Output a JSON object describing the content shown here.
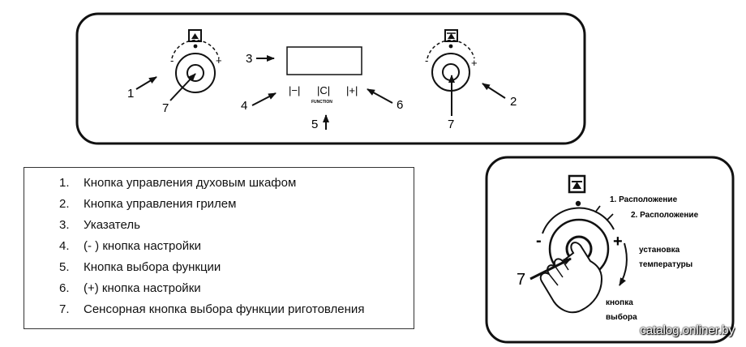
{
  "panel": {
    "minus_label": "-",
    "plus_label": "+",
    "display_buttons": [
      "|−|",
      "|C|",
      "|+|"
    ],
    "function_caption": "FUNCTION",
    "callouts": {
      "n1": "1",
      "n2": "2",
      "n3": "3",
      "n4": "4",
      "n5": "5",
      "n6": "6",
      "n7a": "7",
      "n7b": "7"
    }
  },
  "legend": {
    "items": [
      {
        "num": "1.",
        "text": "Кнопка управления духовым шкафом"
      },
      {
        "num": "2.",
        "text": "Кнопка управления грилем"
      },
      {
        "num": "3.",
        "text": "Указатель"
      },
      {
        "num": "4.",
        "text": "(- ) кнопка настройки"
      },
      {
        "num": "5.",
        "text": "Кнопка выбора функции"
      },
      {
        "num": "6.",
        "text": "(+) кнопка настройки"
      },
      {
        "num": "7.",
        "text": "Сенсорная кнопка выбора функции риготовления"
      }
    ]
  },
  "detail": {
    "position1": "1. Расположение",
    "position2": "2. Расположение",
    "temperature_line1": "установка",
    "temperature_line2": "температуры",
    "select_line1": "кнопка",
    "select_line2": "выбора",
    "minus_label": "-",
    "plus_label": "+",
    "callout7": "7"
  },
  "watermark": "catalog.onliner.by"
}
